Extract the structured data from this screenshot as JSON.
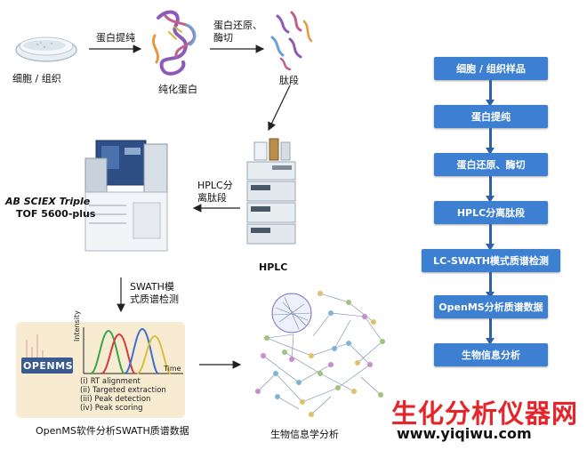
{
  "labels": {
    "cells": "细胞 / 组织",
    "protein_purify": "蛋白提纯",
    "pure_protein": "纯化蛋白",
    "reduce_digest": "蛋白还原、酶切",
    "peptide": "肽段",
    "hplc_sep": "HPLC分离肽段",
    "hplc": "HPLC",
    "instrument_brand": "AB SCIEX Triple",
    "instrument_model": "TOF 5600-plus",
    "swath_detect": "SWATH模式质谱检测",
    "openms_caption": "OpenMS软件分析SWATH质谱数据",
    "bio_caption": "生物信息学分析"
  },
  "openms": {
    "logo": "OPENMS",
    "intensity": "Intensity",
    "time": "Time",
    "steps": [
      "(i)   RT alignment",
      "(ii)  Targeted extraction",
      "(iii) Peak detection",
      "(iv)  Peak scoring"
    ]
  },
  "flow": [
    "细胞 / 组织样品",
    "蛋白提纯",
    "蛋白还原、酶切",
    "HPLC分离肽段",
    "LC-SWATH模式质谱检测",
    "OpenMS分析质谱数据",
    "生物信息分析"
  ],
  "watermark": {
    "cn": "生化分析仪器网",
    "url": "www.yiqiwu.com"
  },
  "colors": {
    "flow_box": "#3d7fd0",
    "arrow": "#2e62a8",
    "panel": "#f7ecd1",
    "watermark": "#e5252a"
  }
}
